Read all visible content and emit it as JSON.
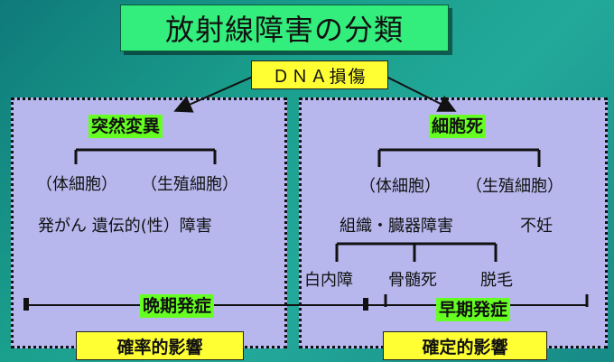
{
  "title": "放射線障害の分類",
  "dna": "ＤＮＡ損傷",
  "left": {
    "heading": "突然変異",
    "cell1": "（体細胞）",
    "cell2": "（生殖細胞）",
    "effects": "発がん  遺伝的(性）障害",
    "phase": "晩期発症",
    "category": "確率的影響"
  },
  "right": {
    "heading": "細胞死",
    "cell1": "（体細胞）",
    "cell2": "（生殖細胞）",
    "effect_tissue": "組織・臓器障害",
    "effect_infertility": "不妊",
    "sub1": "白内障",
    "sub2": "骨髄死",
    "sub3": "脱毛",
    "phase": "早期発症",
    "category": "確定的影響"
  },
  "colors": {
    "title_bg": "#33ee7c",
    "label_bg": "#66ff22",
    "highlight_bg": "#ffff33",
    "panel_bg": "#b7b7ee"
  }
}
